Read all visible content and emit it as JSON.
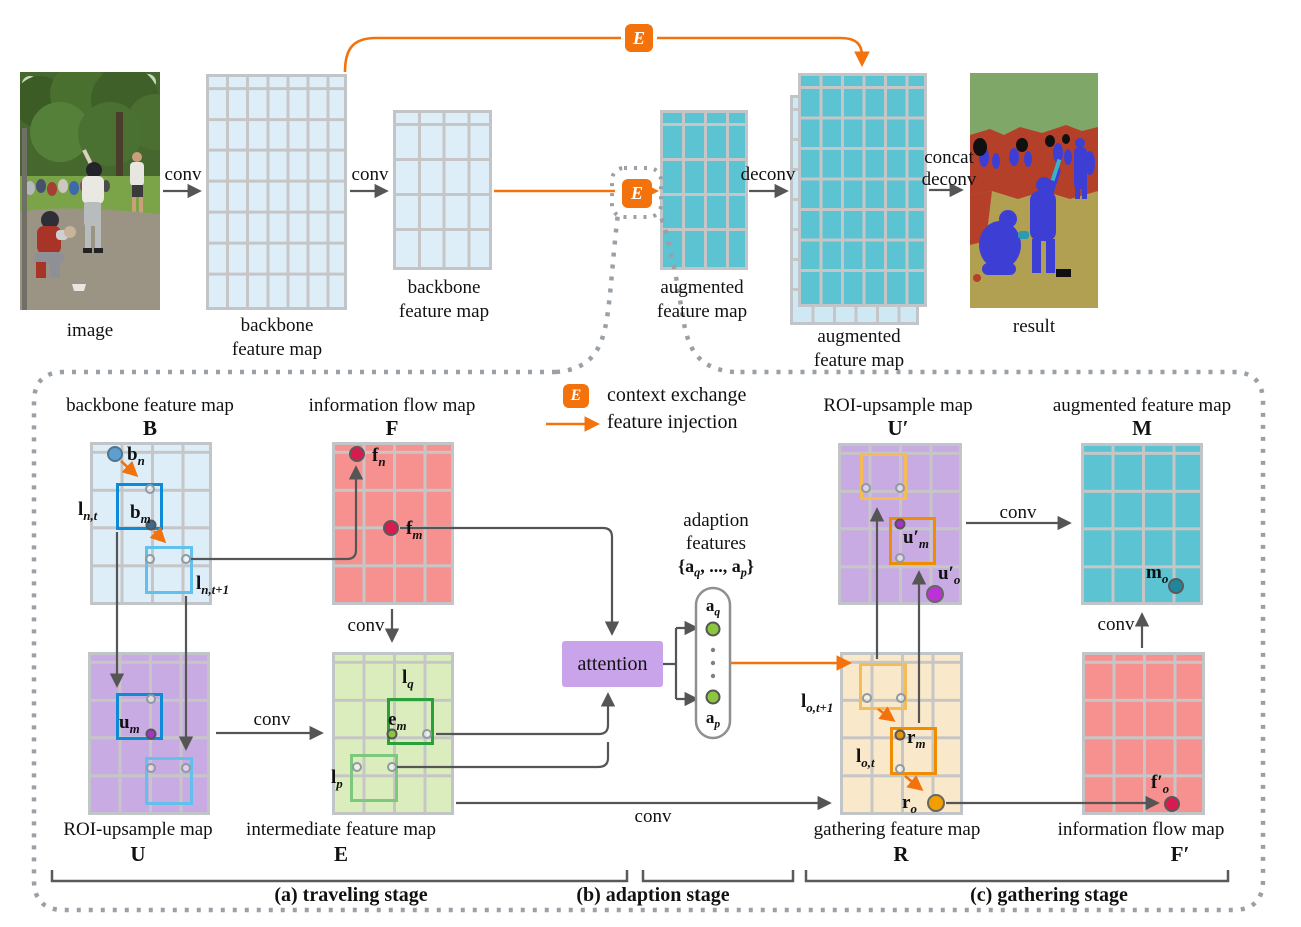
{
  "top_row": {
    "image_label": "image",
    "conv_label_1": "conv",
    "backbone_large_label_1": "backbone",
    "backbone_large_label_2": "feature map",
    "conv_label_2": "conv",
    "backbone_small_label_1": "backbone",
    "backbone_small_label_2": "feature map",
    "exchange_badge": "E",
    "skip_badge": "E",
    "augmented_small_label_1": "augmented",
    "augmented_small_label_2": "feature map",
    "deconv_label": "deconv",
    "augmented_large_label_1": "augmented",
    "augmented_large_label_2": "feature map",
    "concat_label": "concat",
    "concat_deconv_label": "deconv",
    "result_label": "result"
  },
  "legend": {
    "badge": "E",
    "context_exchange_label": "context exchange",
    "feature_injection_label": "feature injection"
  },
  "detail": {
    "maps": {
      "B": {
        "title": "backbone feature map",
        "letter": "B"
      },
      "F": {
        "title": "information flow map",
        "letter": "F"
      },
      "U_prime": {
        "title": "ROI-upsample map",
        "letter": "U'"
      },
      "M": {
        "title": "augmented feature map",
        "letter": "M"
      },
      "U": {
        "title": "ROI-upsample map",
        "letter": "U"
      },
      "E": {
        "title": "intermediate feature map",
        "letter": "E"
      },
      "R": {
        "title": "gathering feature map",
        "letter": "R"
      },
      "F_prime": {
        "title": "information flow map",
        "letter": "F'"
      }
    },
    "labels": {
      "b_n": "b_n",
      "b_m": "b_m",
      "l_n_t": "l_{n,t}",
      "l_n_t1": "l_{n,t+1}",
      "f_n": "f_n",
      "f_m": "f_m",
      "u_m": "u_m",
      "l_q": "l_q",
      "e_m": "e_m",
      "l_p": "l_p",
      "u_m_prime": "u'_m",
      "u_o_prime": "u'_o",
      "m_o": "m_o",
      "l_o_t1": "l_{o,t+1}",
      "l_o_t": "l_{o,t}",
      "r_m": "r_m",
      "r_o": "r_o",
      "f_o_prime": "f'_o"
    },
    "attention_label": "attention",
    "adaption": {
      "line1": "adaption",
      "line2": "features",
      "line3": "{a_q, ..., a_p}",
      "a_q": "a_q",
      "a_p": "a_p"
    },
    "conv_labels": {
      "f_down": "conv",
      "u_right": "conv",
      "e_to_r": "conv",
      "u_prime_right": "conv",
      "f_prime_up": "conv"
    },
    "stages": {
      "a": "(a) traveling stage",
      "b": "(b) adaption stage",
      "c": "(c) gathering stage"
    }
  },
  "colors": {
    "accent_orange": "#f4720c",
    "backbone_fill": "#ddeef8",
    "augmented_fill": "#5cc3d3",
    "augmented_back_fill": "#cfe9f4",
    "flow_fill": "#f7918f",
    "roi_upsample_fill": "#c9abe4",
    "attention_fill": "#c9a4ea",
    "intermediate_fill": "#dcedbd",
    "gathering_fill": "#f9e8c9",
    "grid_line": "#c6c6c6",
    "arrow_gray": "#555555",
    "dashed_gray": "#9aa0a5",
    "box_blue": "#0f8ad6",
    "box_light_blue": "#62c0ec",
    "box_green": "#2aa03c",
    "box_light_green": "#7cc87c",
    "box_orange": "#f08c00",
    "box_light_orange": "#f5bc55",
    "dot_crimson": "#d91a4f",
    "dot_magenta": "#a832c8",
    "dot_green": "#8cc63f",
    "dot_orange": "#f29d00",
    "dot_teal": "#20869c"
  }
}
